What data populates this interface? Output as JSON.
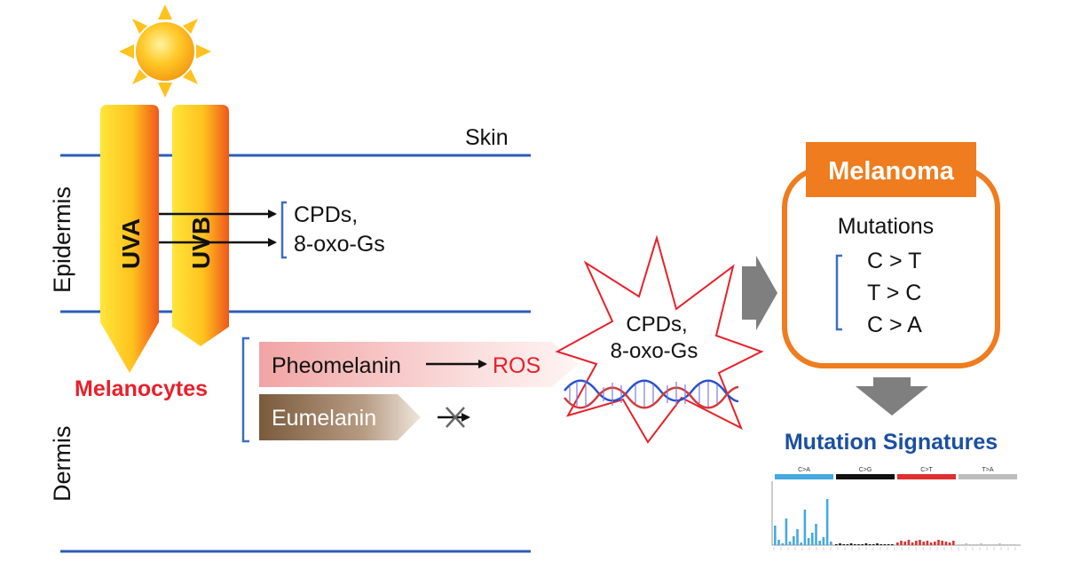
{
  "layers": {
    "skin": "Skin",
    "epidermis": "Epidermis",
    "dermis": "Dermis"
  },
  "rays": {
    "uva": "UVA",
    "uvb": "UVB"
  },
  "lesions": {
    "line1": "CPDs,",
    "line2": "8-oxo-Gs"
  },
  "melanocytes": "Melanocytes",
  "pigments": {
    "pheomelanin": "Pheomelanin",
    "ros": "ROS",
    "eumelanin": "Eumelanin"
  },
  "burst": {
    "line1": "CPDs,",
    "line2": "8-oxo-Gs"
  },
  "melanoma": {
    "title": "Melanoma",
    "subtitle": "Mutations",
    "mutations": [
      "C > T",
      "T > C",
      "C > A"
    ]
  },
  "signatures": {
    "title": "Mutation Signatures",
    "groups": [
      "C>A",
      "C>G",
      "C>T",
      "T>A"
    ]
  },
  "colors": {
    "layer_line": "#2e5cb8",
    "ray_light": "#ffe23a",
    "ray_dark": "#f05a1e",
    "melanocytes_text": "#e8202a",
    "ros_text": "#e8202a",
    "melanoma_orange": "#ef7c1e",
    "signature_title": "#1b4fa0",
    "ca_bar": "#46a9e0",
    "cg_bar": "#111111",
    "ct_bar": "#e03030",
    "ta_bar": "#bdbdbd",
    "gray_arrow": "#7f7f7f",
    "bracket_blue": "#3b6fc4"
  }
}
